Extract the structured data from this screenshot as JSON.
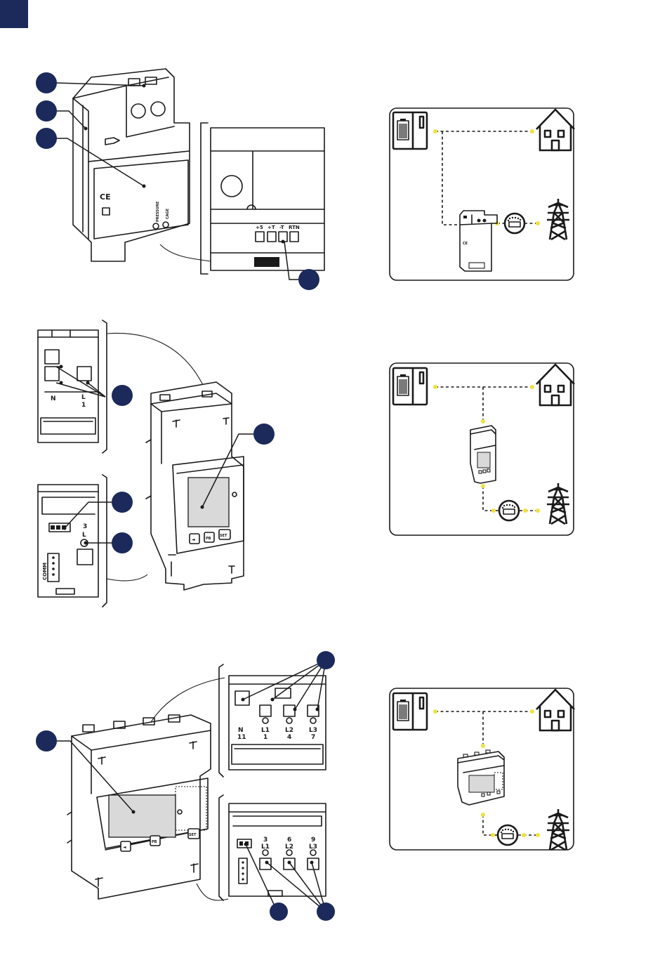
{
  "colors": {
    "badge": "#1b2a5a",
    "dot": "#f2e13a",
    "line": "#1a1a1a",
    "screen": "#d9d9d9"
  },
  "section1": {
    "terminal_labels": [
      "+5",
      "+T",
      "-T",
      "RTN"
    ],
    "front_labels": [
      "CE",
      "PRESSURE",
      "CAGE"
    ]
  },
  "section2": {
    "top_labels": [
      "N",
      "L",
      "1"
    ],
    "bottom_labels": [
      "3",
      "L",
      "COMM"
    ],
    "keypad": [
      "◄",
      "PB",
      "SET"
    ]
  },
  "section3": {
    "top_labels": [
      "N",
      "11",
      "L1",
      "1",
      "L2",
      "4",
      "L3",
      "7"
    ],
    "bottom_labels": [
      "3",
      "L1",
      "6",
      "L2",
      "9",
      "L3"
    ],
    "keypad": [
      "◄",
      "PB",
      "SET"
    ]
  },
  "icons": [
    "battery-icon",
    "house-icon",
    "pylon-icon",
    "grid-meter-icon"
  ]
}
